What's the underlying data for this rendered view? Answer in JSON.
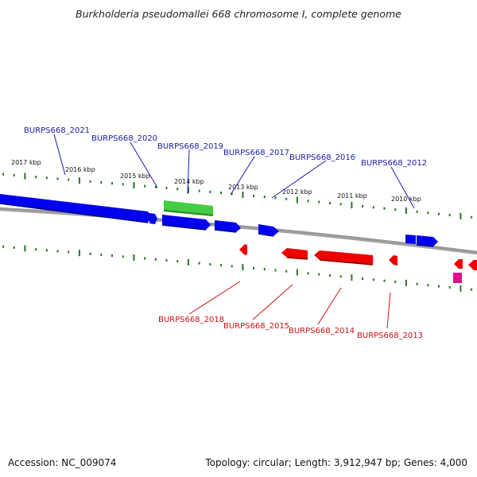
{
  "title": "Burkholderia pseudomallei 668 chromosome I, complete genome",
  "accession": "Accession: NC_009074",
  "stats": "Topology: circular; Length: 3,912,947 bp; Genes: 4,000",
  "colors": {
    "forward": "#0000ee",
    "reverse": "#ee0000",
    "rna": "#33bb33",
    "pseudo": "#dd1188",
    "tick": "#227722",
    "backbone": "#8a8a8a",
    "label_forward": "#1a1aaa",
    "label_reverse": "#cc1111"
  },
  "kbp_ticks": [
    "2017 kbp",
    "2016 kbp",
    "2015 kbp",
    "2014 kbp",
    "2013 kbp",
    "2012 kbp",
    "2011 kbp",
    "2010 kbp"
  ],
  "forward_labels": [
    "BURPS668_2021",
    "BURPS668_2020",
    "BURPS668_2019",
    "BURPS668_2017",
    "BURPS668_2016",
    "BURPS668_2012"
  ],
  "reverse_labels": [
    "BURPS668_2018",
    "BURPS668_2015",
    "BURPS668_2014",
    "BURPS668_2013"
  ]
}
